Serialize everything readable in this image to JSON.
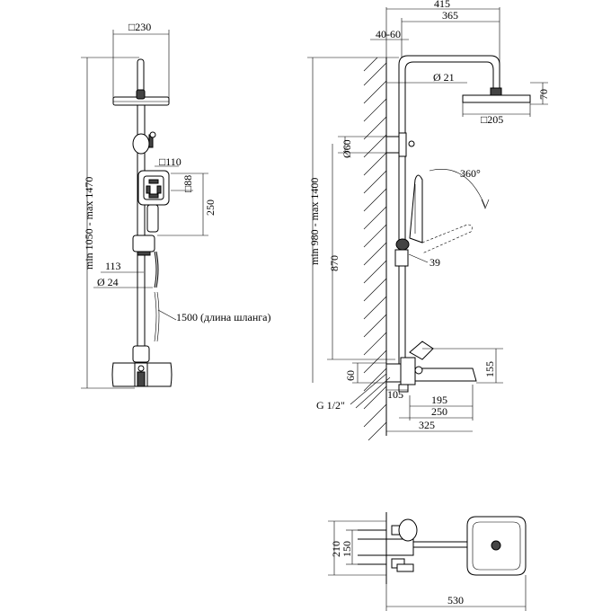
{
  "front": {
    "head_size": "□230",
    "height_range": "min 1050 - max 1470",
    "hand_size_a": "□110",
    "hand_size_b": "□88",
    "hand_dist": "250",
    "holder_offset": "113",
    "rail_diameter": "Ø 24",
    "hose": "1500 (длина шланга)"
  },
  "side": {
    "total_reach": "415",
    "arm_reach": "365",
    "wall_offset": "40-60",
    "pipe_diameter": "Ø 21",
    "head_height": "70",
    "head_size": "□205",
    "holder_diameter": "Ø60",
    "height_range": "min 980 - max 1400",
    "rotation": "360°",
    "slider_height": "870",
    "slider_diameter": "39",
    "mixer_height": "60",
    "spout_height": "155",
    "thread": "G 1/2\"",
    "mixer_depth": "105",
    "spout_a": "195",
    "spout_b": "250",
    "spout_c": "325"
  },
  "top": {
    "width_a": "210",
    "width_b": "150",
    "total_length": "530"
  }
}
